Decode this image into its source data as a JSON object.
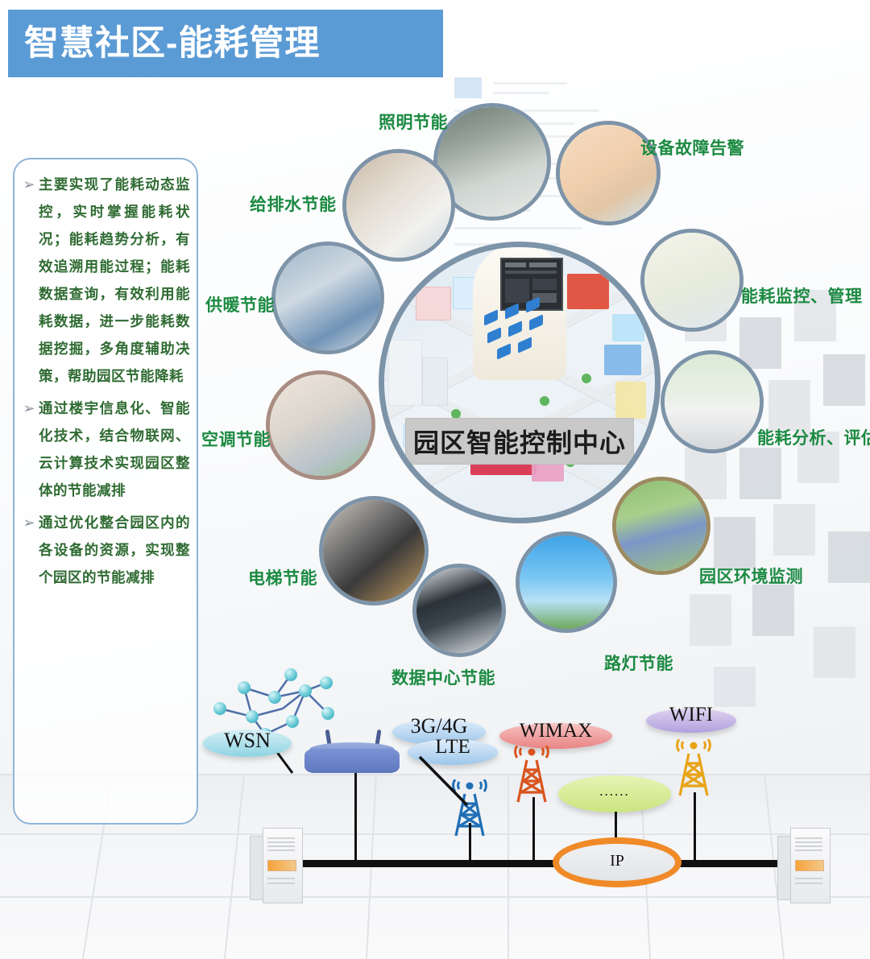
{
  "slide": {
    "title": "智慧社区-能耗管理",
    "title_bg_color": "#5b9bd5",
    "title_text_color": "#ffffff"
  },
  "text_card": {
    "bullet_marker": "➢",
    "accent_color": "#2f6b32",
    "border_color": "#8fb4d9",
    "bullets": [
      "主要实现了能耗动态监控，实时掌握能耗状况；能耗趋势分析，有效追溯用能过程；能耗数据查询，有效利用能耗数据，进一步能耗数据挖掘，多角度辅助决策，帮助园区节能降耗",
      "通过楼宇信息化、智能化技术，结合物联网、云计算技术实现园区整体的节能减排",
      "通过优化整合园区内的各设备的资源，实现整个园区的节能减排"
    ]
  },
  "hub": {
    "label": "园区智能控制中心",
    "label_bg_color": "#c9c9c9",
    "ring_color": "#7d93a8"
  },
  "nodes": [
    {
      "label": "照明节能",
      "image": "office-lighting-photo"
    },
    {
      "label": "给排水节能",
      "image": "water-pipes-photo"
    },
    {
      "label": "供暖节能",
      "image": "heating-plant-photo"
    },
    {
      "label": "空调节能",
      "image": "hvac-unit-photo"
    },
    {
      "label": "电梯节能",
      "image": "escalator-photo"
    },
    {
      "label": "数据中心节能",
      "image": "server-boards-photo"
    },
    {
      "label": "路灯节能",
      "image": "street-lamp-sky-photo"
    },
    {
      "label": "园区环境监测",
      "image": "park-aerial-map-photo"
    },
    {
      "label": "能耗分析、评估",
      "image": "energy-report-chart-photo"
    },
    {
      "label": "能耗监控、管理",
      "image": "monitoring-topology-photo"
    },
    {
      "label": "设备故障告警",
      "image": "building-isometric-photo"
    }
  ],
  "node_label_color": "#1c8a42",
  "network": {
    "clouds": [
      {
        "name": "wsn-cloud",
        "label": "WSN",
        "color": "#b8e4ef"
      },
      {
        "name": "lte-cloud",
        "label": "3G/4G",
        "color": "#c5ddf2"
      },
      {
        "name": "lte2-cloud",
        "label": "LTE",
        "color": "#c5ddf2"
      },
      {
        "name": "wimax-cloud",
        "label": "WIMAX",
        "color": "#f2a7a7"
      },
      {
        "name": "wifi-cloud",
        "label": "WIFI",
        "color": "#c8bce6"
      },
      {
        "name": "other-cloud",
        "label": "......",
        "color": "#d9ef9a"
      }
    ],
    "ip_label": "IP",
    "ip_ring_color": "#f08a28",
    "towers": [
      {
        "name": "lte-tower",
        "color": "#1f6fb5"
      },
      {
        "name": "wimax-tower",
        "color": "#d9541e"
      },
      {
        "name": "wifi-tower",
        "color": "#e8a317"
      }
    ],
    "devices": [
      {
        "name": "wsn-mesh",
        "label": ""
      },
      {
        "name": "wifi-router",
        "label": ""
      },
      {
        "name": "server-rack-left",
        "label": ""
      },
      {
        "name": "server-rack-right",
        "label": ""
      }
    ]
  }
}
